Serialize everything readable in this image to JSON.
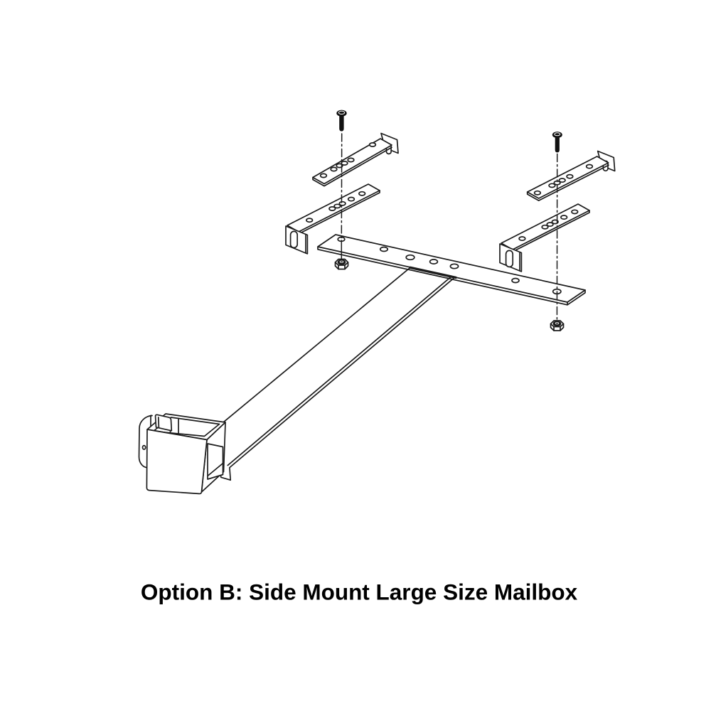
{
  "caption": "Option B: Side Mount Large Size Mailbox",
  "colors": {
    "line": "#1c1c1c",
    "fill": "#ffffff",
    "hardware_fill": "#111111"
  },
  "parts": [
    "machine-screw-left",
    "machine-screw-right",
    "centerline-left",
    "centerline-right",
    "l-bracket-upper-left",
    "l-bracket-lower-left",
    "l-bracket-upper-right",
    "l-bracket-lower-right",
    "mounting-plate",
    "support-arm",
    "post-clamp",
    "hex-nut-left",
    "hex-nut-right"
  ]
}
